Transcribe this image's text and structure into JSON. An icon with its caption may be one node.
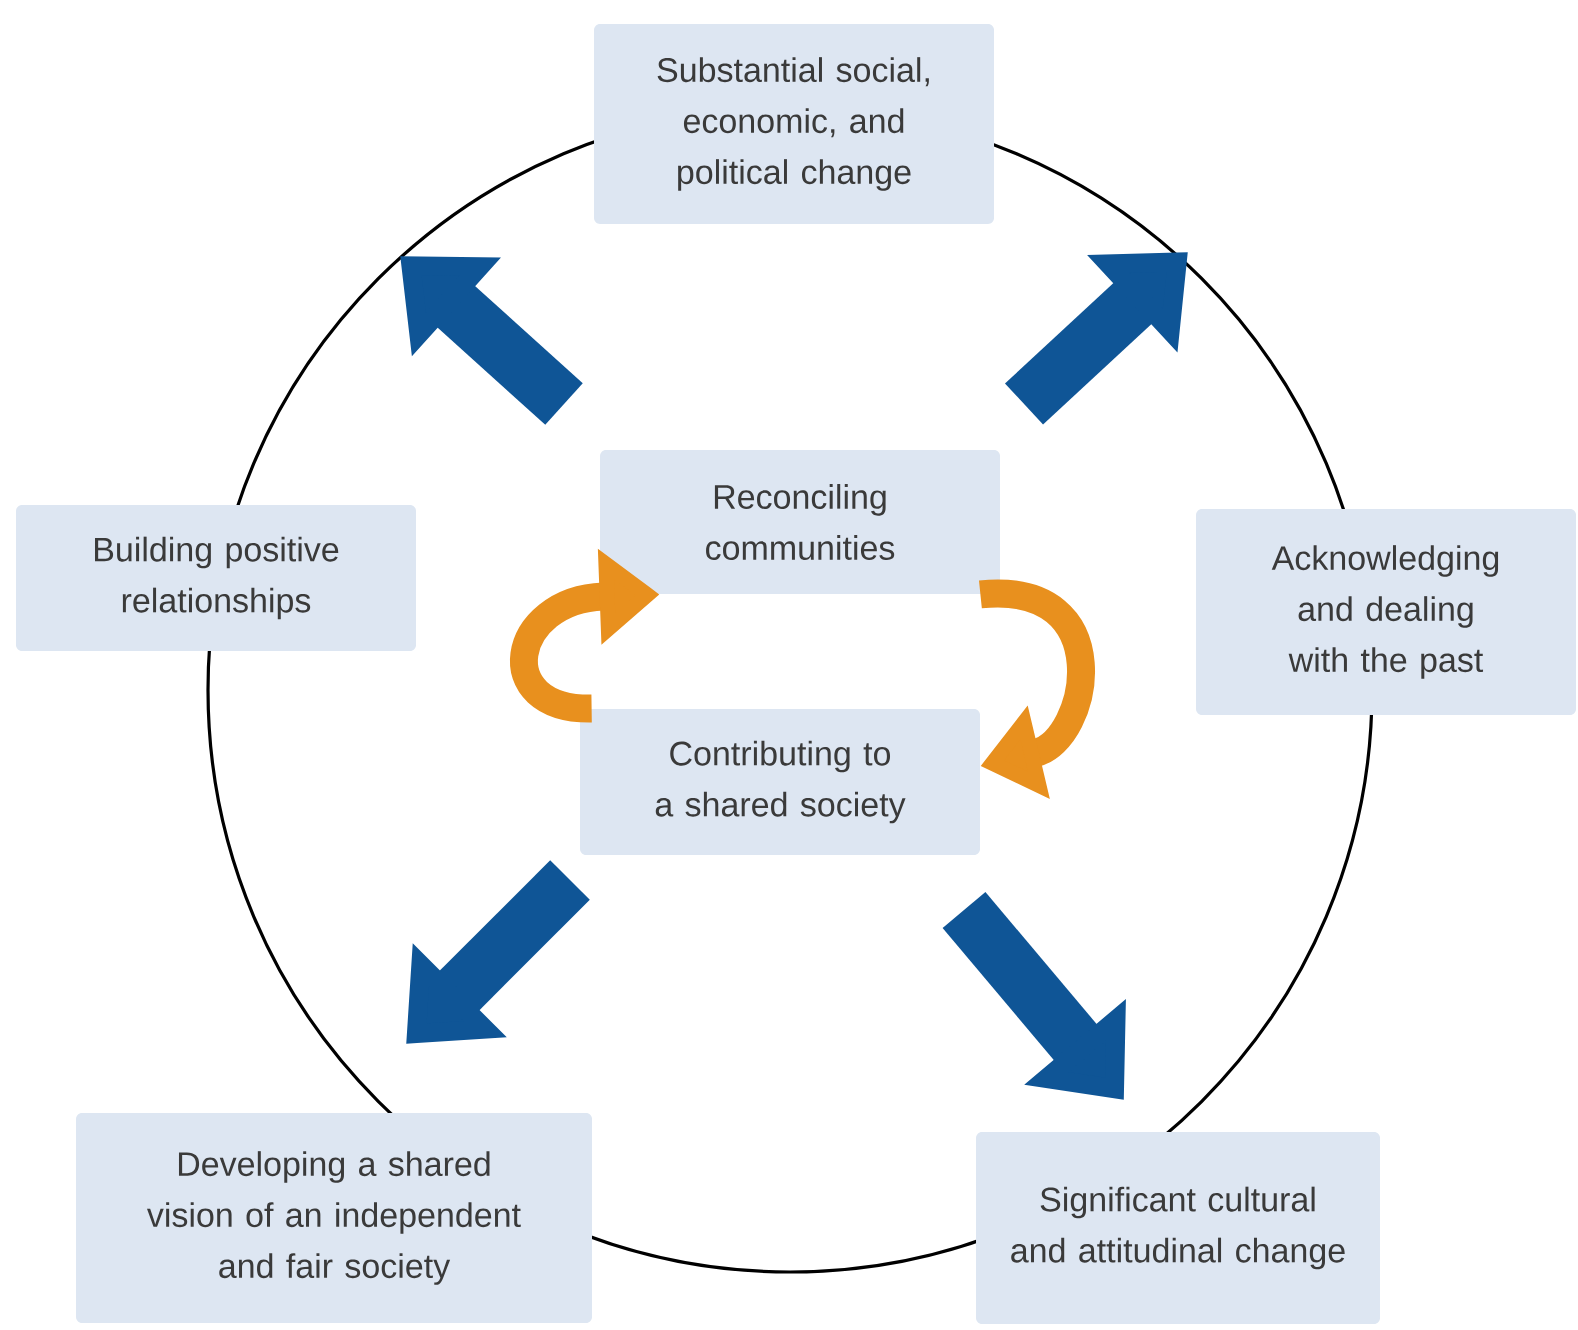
{
  "diagram": {
    "nodes": [
      {
        "text": [
          "Substantial social, economic, and political change"
        ]
      },
      {
        "text": [
          "Building positive relationships"
        ]
      },
      {
        "text": [
          "Reconciling communities"
        ]
      },
      {
        "text": [
          "Acknowledging and dealing with the past"
        ]
      },
      {
        "text": [
          "Contributing to a shared society"
        ]
      },
      {
        "text": [
          "Developing a shared vision of an independent and fair society"
        ]
      },
      {
        "text": [
          "Significant cultural and attitudinal change"
        ]
      }
    ],
    "edges": [
      {
        "from": 4,
        "to": 2,
        "arrow": "to",
        "color": "#e8901e"
      },
      {
        "from": 2,
        "to": 4,
        "arrow": "to",
        "color": "#e8901e"
      }
    ]
  }
}
